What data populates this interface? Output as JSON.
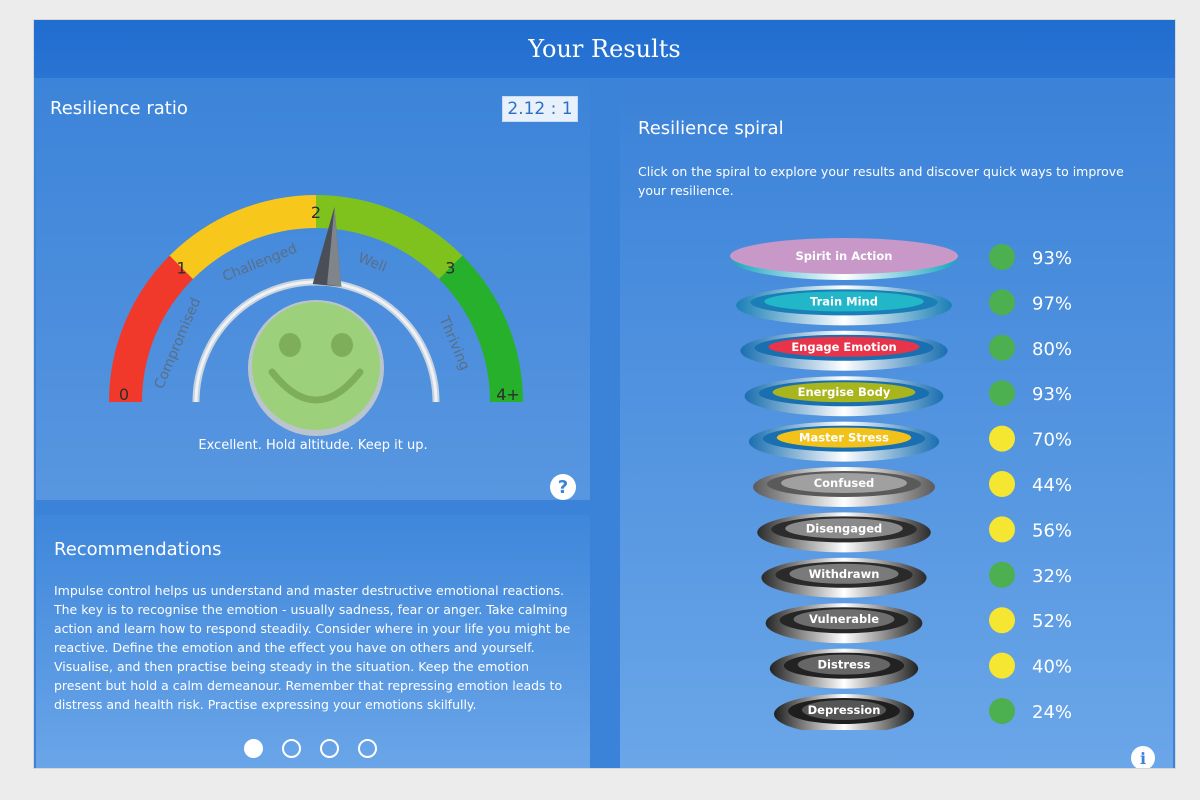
{
  "title": "Your Results",
  "ratio_panel": {
    "title": "Resilience ratio",
    "ratio_value": "2.12 : 1",
    "gauge": {
      "tick_labels": [
        "0",
        "1",
        "2",
        "3",
        "4+"
      ],
      "zone_labels": [
        "Compromised",
        "Challenged",
        "Well",
        "Thriving"
      ],
      "segment_colors": [
        "#f0392b",
        "#f7c71c",
        "#7fc21e",
        "#27b02c"
      ],
      "needle_value": 2.12,
      "max_value": 4
    },
    "face_icon": "smiley-face-icon",
    "message": "Excellent. Hold altitude. Keep it up.",
    "help_label": "?"
  },
  "recommendations": {
    "title": "Recommendations",
    "text": "Impulse control helps us understand and master destructive emotional reactions. The key is to recognise the emotion - usually sadness, fear or anger. Take calming action and learn how to respond steadily. Consider where in your life you might be reactive. Define the emotion and the effect you have on others and yourself. Visualise, and then practise being steady in the situation. Keep the emotion present but hold a calm demeanour. Remember that repressing emotion leads to distress and health risk. Practise expressing your emotions skilfully.",
    "page_count": 4,
    "active_page": 1
  },
  "spiral_panel": {
    "title": "Resilience spiral",
    "description": "Click on the spiral to explore your results and discover quick ways to improve your resilience.",
    "levels": [
      {
        "label": "Spirit in Action",
        "percent": "93%",
        "status": "green",
        "pill": "#c798c8",
        "ring": "#1aa6c0"
      },
      {
        "label": "Train Mind",
        "percent": "97%",
        "status": "green",
        "pill": "#22b6c9",
        "ring": "#1a7fb6"
      },
      {
        "label": "Engage Emotion",
        "percent": "80%",
        "status": "green",
        "pill": "#e8344b",
        "ring": "#1a6fb0"
      },
      {
        "label": "Energise Body",
        "percent": "93%",
        "status": "green",
        "pill": "#a8b51c",
        "ring": "#1a6fb0"
      },
      {
        "label": "Master Stress",
        "percent": "70%",
        "status": "yellow",
        "pill": "#f2c21a",
        "ring": "#1a6fb0"
      },
      {
        "label": "Confused",
        "percent": "44%",
        "status": "yellow",
        "pill": "#a0a0a0",
        "ring": "#5a5a5a"
      },
      {
        "label": "Disengaged",
        "percent": "56%",
        "status": "yellow",
        "pill": "#8a8a8a",
        "ring": "#2c2c2c"
      },
      {
        "label": "Withdrawn",
        "percent": "32%",
        "status": "green",
        "pill": "#7a7a7a",
        "ring": "#2a2a2a"
      },
      {
        "label": "Vulnerable",
        "percent": "52%",
        "status": "yellow",
        "pill": "#6e6e6e",
        "ring": "#262626"
      },
      {
        "label": "Distress",
        "percent": "40%",
        "status": "yellow",
        "pill": "#666666",
        "ring": "#222222"
      },
      {
        "label": "Depression",
        "percent": "24%",
        "status": "green",
        "pill": "#555555",
        "ring": "#1e1e1e"
      }
    ],
    "status_colors": {
      "green": "#4caf50",
      "yellow": "#f5e631"
    },
    "info_label": "i"
  }
}
